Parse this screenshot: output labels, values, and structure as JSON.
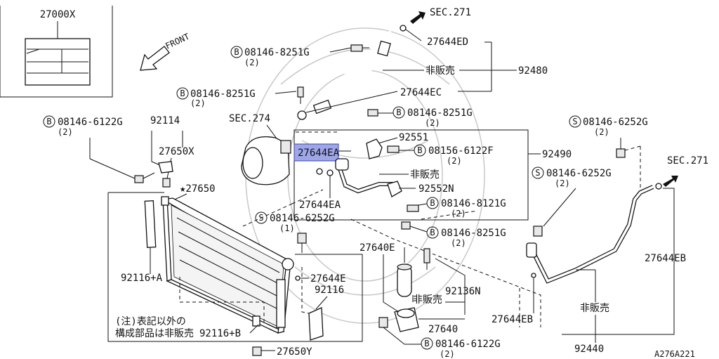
{
  "labels": {
    "p27000x": "27000X",
    "front": "FRONT",
    "sec271_top": "SEC.271",
    "b08146_8251g_a": "08146-8251G",
    "q2_a": "(2)",
    "p27644ed": "27644ED",
    "hanbai_1": "非販売",
    "p92480": "92480",
    "b08146_8251g_b": "08146-8251G",
    "q2_b": "(2)",
    "p27644ec": "27644EC",
    "sec274": "SEC.274",
    "b08146_8251g_c": "08146-8251G",
    "q2_c": "(2)",
    "b08146_6122g_a": "08146-6122G",
    "q2_d": "(2)",
    "p92114": "92114",
    "p27650x": "27650X",
    "p92551": "92551",
    "p27644ea_hl": "27644EA",
    "b08156_6122f": "08156-6122F",
    "q2_e": "(2)",
    "p92490": "92490",
    "hanbai_2": "非販売",
    "p92552n": "92552N",
    "p27644ea_b": "27644EA",
    "b08146_8121g": "08146-8121G",
    "q2_f": "(2)",
    "s08146_6252g_a": "08146-6252G",
    "q2_g": "(2)",
    "s08146_6252g_b": "08146-6252G",
    "q2_h": "(2)",
    "sec271_right": "SEC.271",
    "p27650": "★27650",
    "s08146_6252g_c": "08146-6252G",
    "q1_a": "(1)",
    "b08146_8251g_d": "08146-8251G",
    "q2_i": "(2)",
    "p27640e": "27640E",
    "p27644eb_a": "27644EB",
    "p92116a": "92116+A",
    "p27644e": "27644E",
    "p92116": "92116",
    "hanbai_3": "非販売",
    "p92136n": "92136N",
    "p27644eb_b": "27644EB",
    "hanbai_4": "非販売",
    "note1": "(注)表記以外の",
    "note2": "構成部品は非販売",
    "p92116b": "92116+B",
    "p27640": "27640",
    "b08146_6122g_b": "08146-6122G",
    "q2_j": "(2)",
    "p92440": "92440",
    "p27650y": "27650Y",
    "code": "A276A221",
    "circ_b": "B",
    "circ_s": "S"
  }
}
